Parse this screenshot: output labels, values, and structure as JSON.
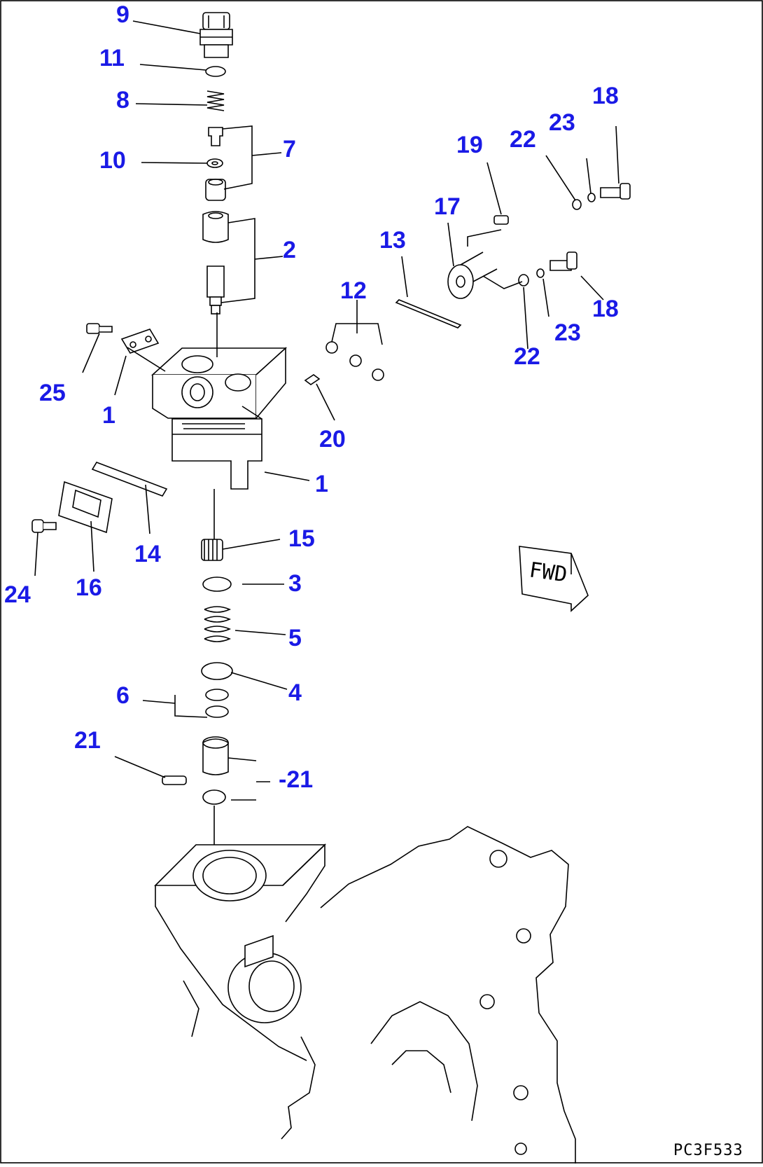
{
  "drawing": {
    "code": "PC3F533",
    "fwd_label": "FWD"
  },
  "callouts": {
    "c9": "9",
    "c11": "11",
    "c8": "8",
    "c7": "7",
    "c10": "10",
    "c2": "2",
    "c25": "25",
    "c1a": "1",
    "c1b": "1",
    "c12": "12",
    "c13": "13",
    "c17": "17",
    "c19": "19",
    "c22a": "22",
    "c23a": "23",
    "c18a": "18",
    "c18b": "18",
    "c23b": "23",
    "c22b": "22",
    "c20": "20",
    "c14": "14",
    "c16": "16",
    "c24": "24",
    "c15": "15",
    "c3": "3",
    "c5": "5",
    "c4": "4",
    "c6": "6",
    "c21a": "21",
    "c21b": "-21"
  }
}
